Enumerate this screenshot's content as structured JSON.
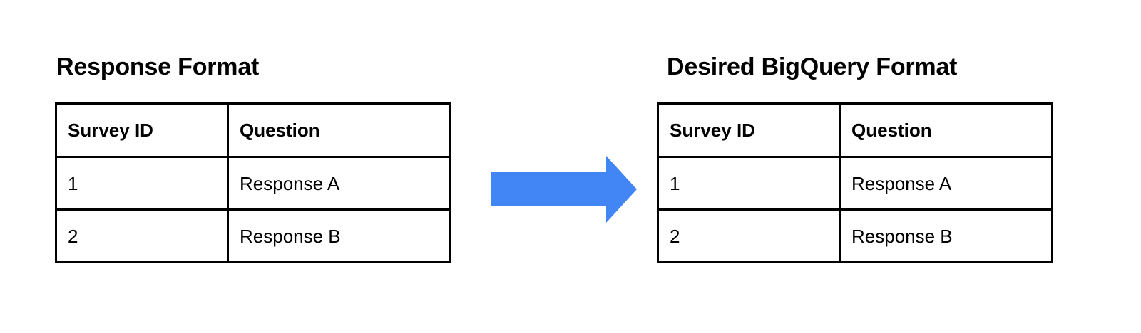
{
  "page": {
    "background_color": "#FFFFFF",
    "text_color": "#000000",
    "border_color": "#000000"
  },
  "left_panel": {
    "title": "Response Format",
    "table": {
      "columns": [
        "Survey ID",
        "Question"
      ],
      "rows": [
        [
          "1",
          "Response A"
        ],
        [
          "2",
          "Response B"
        ]
      ]
    }
  },
  "arrow": {
    "icon": "arrow-right-icon",
    "direction": "right",
    "color": "#4285F4"
  },
  "right_panel": {
    "title": "Desired BigQuery Format",
    "table": {
      "columns": [
        "Survey ID",
        "Question"
      ],
      "rows": [
        [
          "1",
          "Response A"
        ],
        [
          "2",
          "Response B"
        ]
      ]
    }
  }
}
